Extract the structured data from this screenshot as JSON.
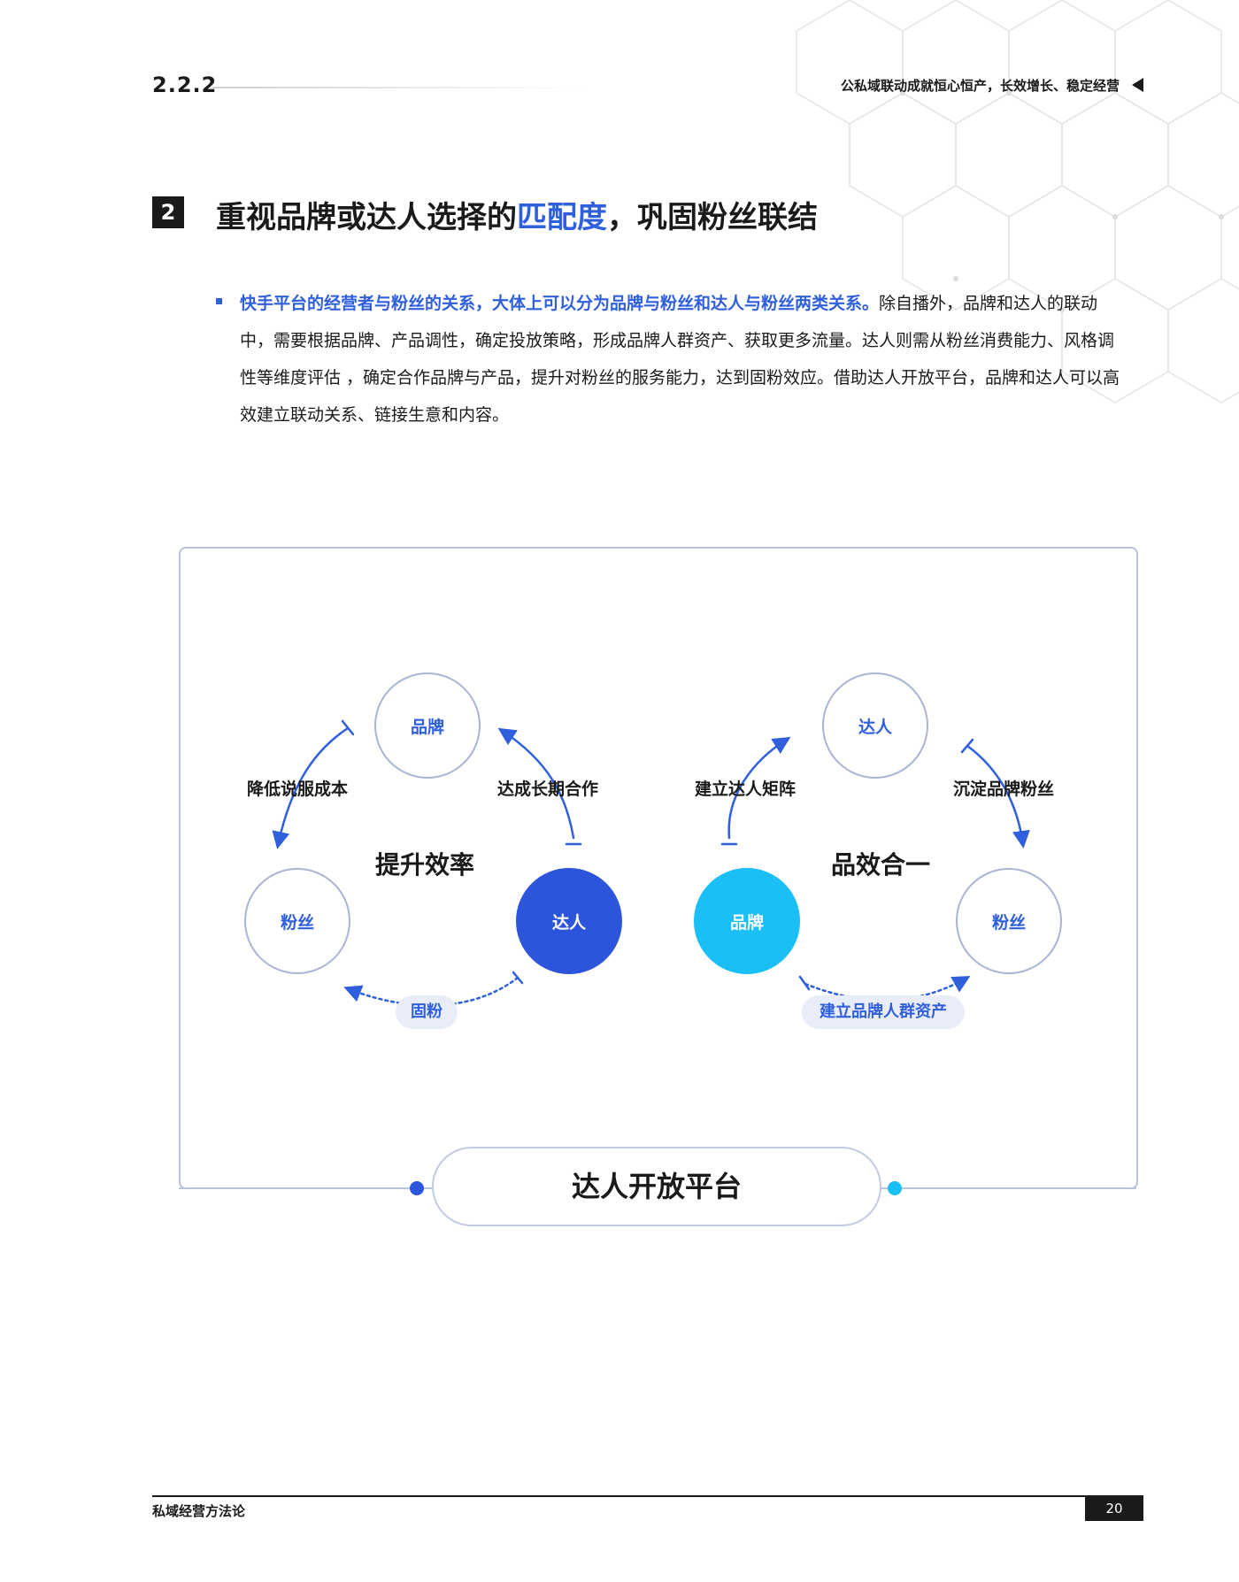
{
  "header": {
    "section_number": "2.2.2",
    "chapter_title": "公私域联动成就恒心恒产，长效增长、稳定经营"
  },
  "section": {
    "number": "2",
    "title_before": "重视品牌或达人选择的",
    "title_highlight": "匹配度",
    "title_after": "，巩固粉丝联结"
  },
  "body": {
    "highlight": "快手平台的经营者与粉丝的关系，大体上可以分为品牌与粉丝和达人与粉丝两类关系。",
    "text": "除自播外，品牌和达人的联动中，需要根据品牌、产品调性，确定投放策略，形成品牌人群资产、获取更多流量。达人则需从粉丝消费能力、风格调性等维度评估 ，确定合作品牌与产品，提升对粉丝的服务能力，达到固粉效应。借助达人开放平台，品牌和达人可以高效建立联动关系、链接生意和内容。"
  },
  "diagram": {
    "left": {
      "center_label": "提升效率",
      "node_top": "品牌",
      "node_left": "粉丝",
      "node_right": "达人",
      "edge_top_left": "降低说服成本",
      "edge_top_right": "达成长期合作",
      "edge_bottom": "固粉"
    },
    "right": {
      "center_label": "品效合一",
      "node_top": "达人",
      "node_left": "品牌",
      "node_right": "粉丝",
      "edge_top_left": "建立达人矩阵",
      "edge_top_right": "沉淀品牌粉丝",
      "edge_bottom": "建立品牌人群资产"
    },
    "platform_label": "达人开放平台"
  },
  "colors": {
    "accent_blue": "#2f5fdd",
    "dark_blue_node": "#2c55dc",
    "cyan_node": "#19bff5",
    "pill_bg": "#e8edf9"
  },
  "footer": {
    "title": "私域经营方法论",
    "page_number": "20"
  }
}
